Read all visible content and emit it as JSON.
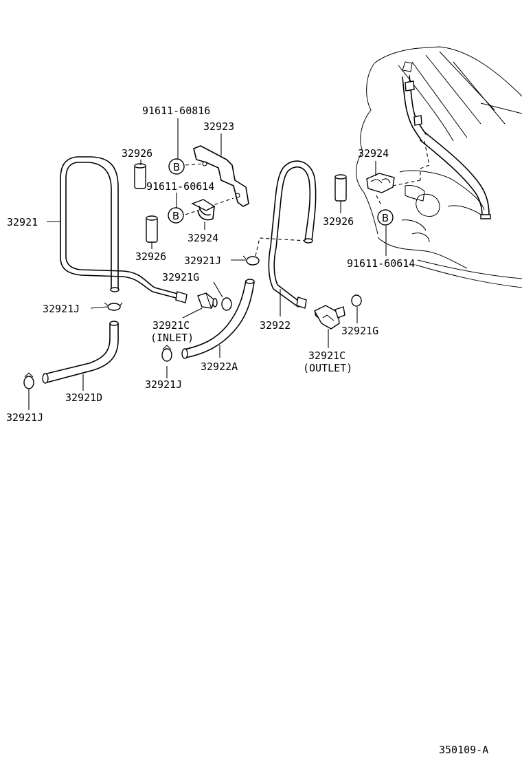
{
  "labels": {
    "bolt_60816": "91611-60816",
    "bracket_32923": "32923",
    "sleeve_32926_a": "32926",
    "bolt_60614_left": "91611-60614",
    "hose_32921": "32921",
    "sleeve_32926_b": "32926",
    "clamp_32924_left": "32924",
    "clip_32921j_mid": "32921J",
    "gasket_32921g_left": "32921G",
    "clip_32921j_left": "32921J",
    "union_32921c_inlet": "32921C",
    "inlet_note": "(INLET)",
    "hose_32922a": "32922A",
    "clip_32921j_bottom": "32921J",
    "hose_32921d": "32921D",
    "clip_32921j_far": "32921J",
    "clamp_32924_right": "32924",
    "sleeve_32926_right": "32926",
    "bolt_60614_right": "91611-60614",
    "pipe_32922": "32922",
    "gasket_32921g_right": "32921G",
    "union_32921c_outlet": "32921C",
    "outlet_note": "(OUTLET)",
    "figure_code": "350109-A"
  },
  "marks": {
    "b": "B"
  }
}
